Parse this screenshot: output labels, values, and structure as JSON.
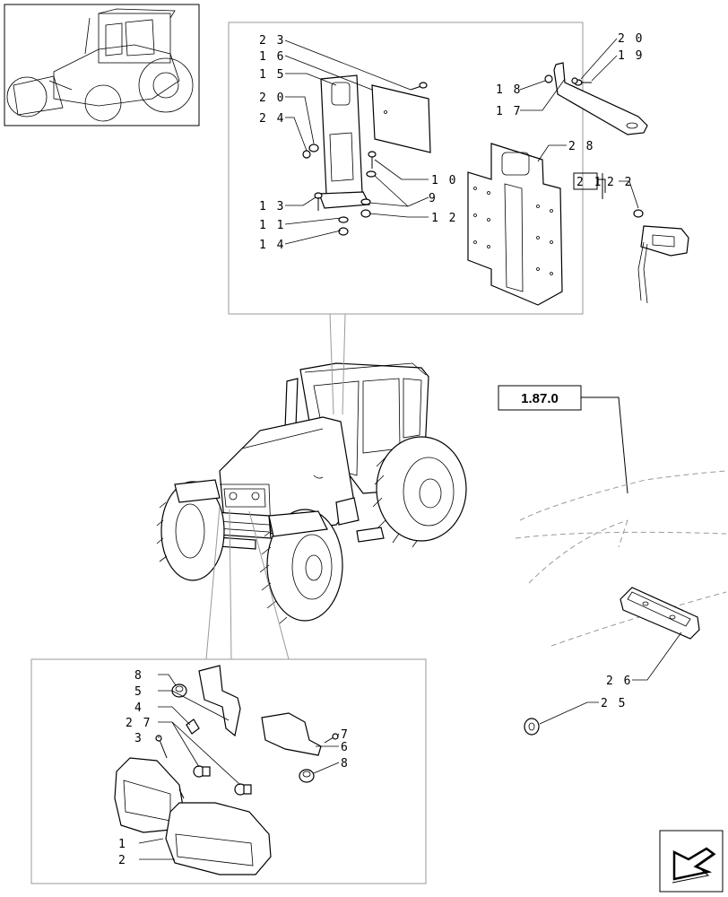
{
  "reference_box": {
    "label": "1.87.0"
  },
  "callouts": {
    "c23": "2 3",
    "c16": "1 6",
    "c15": "1 5",
    "c20a": "2 0",
    "c24": "2 4",
    "c13": "1 3",
    "c11": "1 1",
    "c14": "1 4",
    "c10": "1 0",
    "c9": "9",
    "c12": "1 2",
    "c18": "1 8",
    "c17": "1 7",
    "c20b": "2 0",
    "c19": "1 9",
    "c28": "2 8",
    "c21": "2 1",
    "c22": "2 2",
    "c8a": "8",
    "c5": "5",
    "c4": "4",
    "c27": "2 7",
    "c3": "3",
    "c7": "7",
    "c6": "6",
    "c8b": "8",
    "c1": "1",
    "c2": "2",
    "c26": "2 6",
    "c25": "2 5"
  },
  "icons": {
    "nav": "next-page-arrow-icon"
  }
}
